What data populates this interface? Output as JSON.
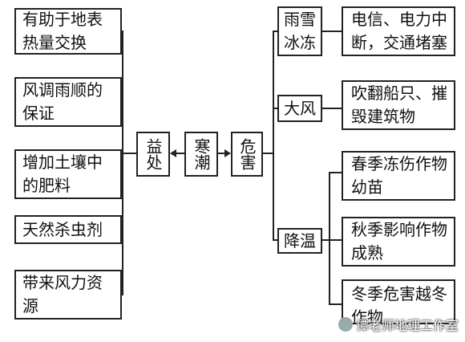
{
  "left_items": [
    "有助于地表热量交换",
    "风调雨顺的保证",
    "增加土壤中的肥料",
    "天然杀虫剂",
    "带来风力资源"
  ],
  "benefit": "益处",
  "center": "寒潮",
  "harm": "危害",
  "harm_categories": [
    "雨雪冰冻",
    "大风",
    "降温"
  ],
  "harm_effects": {
    "ice": "电信、电力中断，交通堵塞",
    "wind": "吹翻船只、摧毁建筑物",
    "cooling": [
      "春季冻伤作物幼苗",
      "秋季影响作物成熟",
      "冬季危害越冬作物"
    ]
  },
  "watermark": "谭老师地理工作室"
}
